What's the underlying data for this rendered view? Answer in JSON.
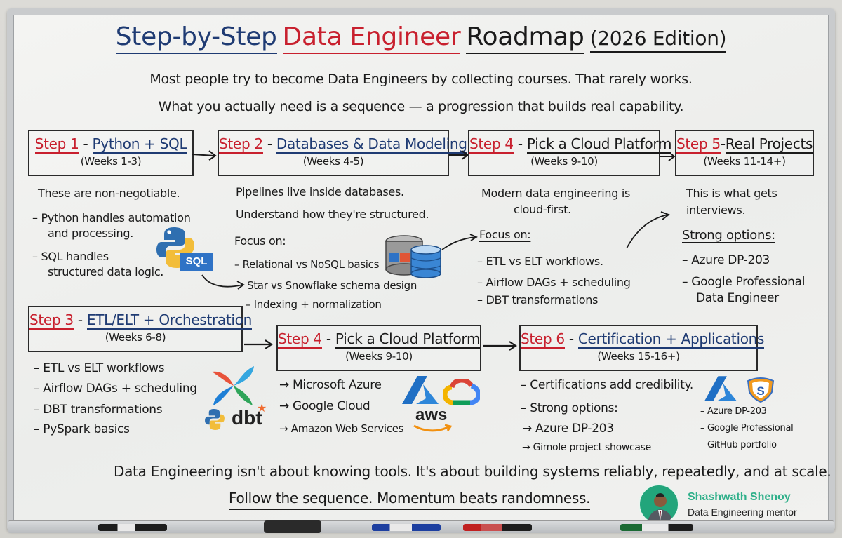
{
  "title": {
    "part1": "Step-by-Step",
    "part2": "Data Engineer",
    "part3": "Roadmap",
    "part4": "(2026 Edition)"
  },
  "intro": {
    "line1": "Most people try to become Data Engineers by collecting courses. That rarely works.",
    "line2": "What you actually need is a sequence — a progression that builds real capability."
  },
  "colors": {
    "step_red": "#c8202e",
    "heading_blue": "#1f3b73",
    "ink_black": "#1a1a1a",
    "author_green": "#2fb08a"
  },
  "steps": {
    "step1": {
      "label": "Step 1",
      "name": "Python + SQL",
      "weeks": "(Weeks 1-3)",
      "intro": "These are non-negotiable.",
      "bullets": [
        "– Python handles automation",
        "and processing.",
        "– SQL handles",
        "structured data logic."
      ],
      "icons": [
        "python-logo",
        "sql-badge"
      ],
      "sql_badge_text": "SQL"
    },
    "step2": {
      "label": "Step 2",
      "name": "Databases & Data Modeling",
      "weeks": "(Weeks 4-5)",
      "intro1": "Pipelines live inside databases.",
      "intro2": "Understand how they're structured.",
      "focus": "Focus on:",
      "bullets": [
        "– Relational vs NoSQL basics",
        "Star vs Snowflake schema design",
        "– Indexing + normalization"
      ],
      "icons": [
        "database-icon"
      ]
    },
    "step3": {
      "label": "Step 3",
      "name": "ETL/ELT + Orchestration",
      "weeks": "(Weeks 6-8)",
      "bullets": [
        "– ETL vs ELT workflows",
        "– Airflow DAGs + scheduling",
        "– DBT transformations",
        "– PySpark basics"
      ],
      "icons": [
        "airflow-logo",
        "python-logo",
        "dbt-logo"
      ],
      "dbt_text": "dbt"
    },
    "step4_top": {
      "label": "Step 4",
      "name": "Pick a Cloud Platform",
      "weeks": "(Weeks 9-10)",
      "intro1": "Modern data engineering is",
      "intro2": "cloud-first.",
      "focus": "Focus on:",
      "bullets": [
        "– ETL vs ELT workflows.",
        "– Airflow DAGs + scheduling",
        "– DBT transformations"
      ]
    },
    "step4_bottom": {
      "label": "Step 4",
      "name": "Pick a Cloud Platform",
      "weeks": "(Weeks 9-10)",
      "bullets": [
        "→ Microsoft Azure",
        "→ Google Cloud",
        "→ Amazon Web Services"
      ],
      "icons": [
        "azure-logo",
        "google-cloud-logo",
        "aws-logo"
      ],
      "aws_text": "aws"
    },
    "step5": {
      "label": "Step 5",
      "name": "Real Projects",
      "weeks": "(Weeks 11-14+)",
      "intro1": "This is what gets",
      "intro2": "interviews.",
      "focus": "Strong options:",
      "bullets": [
        "– Azure DP-203",
        "– Google Professional",
        "Data Engineer"
      ]
    },
    "step6": {
      "label": "Step 6",
      "name": "Certification + Applications",
      "weeks": "(Weeks 15-16+)",
      "bullets": [
        "– Certifications add credibility.",
        "– Strong options:",
        "→ Azure DP-203",
        "→ Gimole project showcase"
      ],
      "side_list": [
        "– Azure DP-203",
        "– Google Professional",
        "– GitHub portfolio"
      ],
      "icons": [
        "azure-logo",
        "shield-s-logo"
      ],
      "shield_text": "S"
    }
  },
  "footer": {
    "line1": "Data Engineering isn't about knowing tools. It's about building systems reliably, repeatedly, and at scale.",
    "line2": "Follow the sequence.  Momentum beats randomness."
  },
  "author": {
    "name": "Shashwath Shenoy",
    "role": "Data Engineering mentor"
  }
}
